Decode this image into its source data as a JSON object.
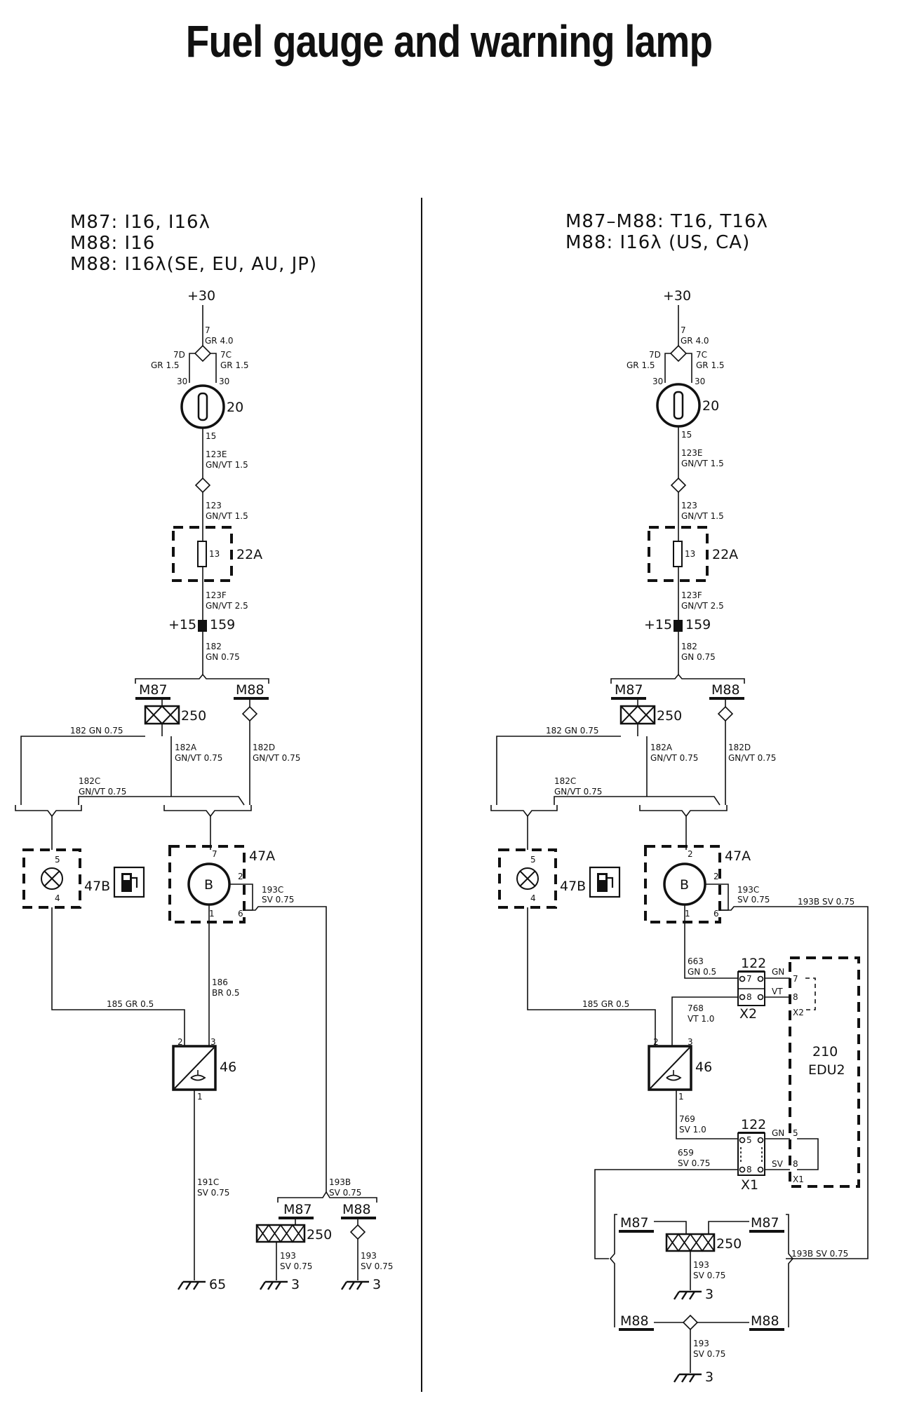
{
  "title": "Fuel gauge and warning lamp",
  "headers": {
    "left": [
      "M87: I16, I16λ",
      "M88: I16",
      "M88: I16λ(SE, EU, AU, JP)"
    ],
    "right": [
      "M87–M88: T16, T16λ",
      "M88: I16λ (US, CA)"
    ]
  },
  "terminals": {
    "supply": "+30",
    "ign": "+15"
  },
  "components": {
    "ignition_switch": "20",
    "fuse_box": "22A",
    "fuse": "13",
    "splice_159": "159",
    "connector_250": "250",
    "warning_lamp": "47B",
    "gauge": "47A",
    "gauge_symbol": "B",
    "sender": "46",
    "connector_122": "122",
    "x1": "X1",
    "x2": "X2",
    "edu_number": "210",
    "edu_name": "EDU2",
    "model_m87": "M87",
    "model_m88": "M88"
  },
  "grounds": {
    "g65": "65",
    "g3": "3"
  },
  "pins": {
    "p30": "30",
    "p15": "15",
    "p1": "1",
    "p2": "2",
    "p3": "3",
    "p4": "4",
    "p5": "5",
    "p6": "6",
    "p7": "7",
    "p8": "8"
  },
  "wires": {
    "w7": [
      "7",
      "GR 4.0"
    ],
    "w7D": [
      "7D",
      "GR 1.5"
    ],
    "w7C": [
      "7C",
      "GR 1.5"
    ],
    "w123E": [
      "123E",
      "GN/VT 1.5"
    ],
    "w123": [
      "123",
      "GN/VT 1.5"
    ],
    "w123F": [
      "123F",
      "GN/VT 2.5"
    ],
    "w182": [
      "182",
      "GN 0.75"
    ],
    "w182_line": "182  GN  0.75",
    "w182A": [
      "182A",
      "GN/VT 0.75"
    ],
    "w182D": [
      "182D",
      "GN/VT 0.75"
    ],
    "w182C": [
      "182C",
      "GN/VT 0.75"
    ],
    "w193C": [
      "193C",
      "SV 0.75"
    ],
    "w186": [
      "186",
      "BR 0.5"
    ],
    "w185": "185  GR  0.5",
    "w191C": [
      "191C",
      "SV 0.75"
    ],
    "w193B": [
      "193B",
      "SV 0.75"
    ],
    "w193B_line": "193B  SV  0.75",
    "w193": [
      "193",
      "SV 0.75"
    ],
    "w663": [
      "663",
      "GN 0.5"
    ],
    "w768": [
      "768",
      "VT 1.0"
    ],
    "w769": [
      "769",
      "SV 1.0"
    ],
    "w659": [
      "659",
      "SV 0.75"
    ],
    "c_gn": "GN",
    "c_vt": "VT",
    "c_sv": "SV"
  }
}
